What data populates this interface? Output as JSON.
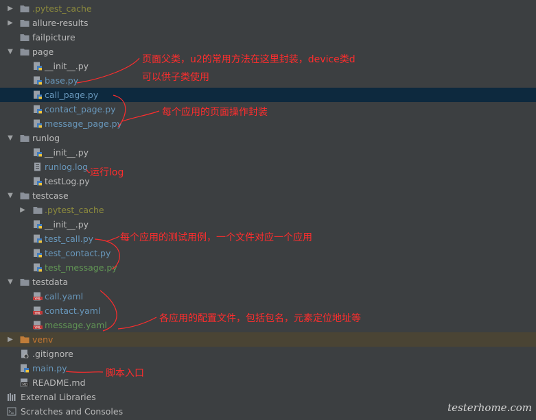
{
  "tree": [
    {
      "label": ".pytest_cache",
      "color": "olive",
      "icon": "folder",
      "arrow": "collapsed"
    },
    {
      "label": "allure-results",
      "color": "default",
      "icon": "folder",
      "arrow": "collapsed"
    },
    {
      "label": "failpicture",
      "color": "default",
      "icon": "folder",
      "arrow": "none"
    },
    {
      "label": "page",
      "color": "default",
      "icon": "folder",
      "arrow": "expanded"
    },
    {
      "label": "__init__.py",
      "color": "default",
      "icon": "python"
    },
    {
      "label": "base.py",
      "color": "blue",
      "icon": "python"
    },
    {
      "label": "call_page.py",
      "color": "blue",
      "icon": "python",
      "selected": true
    },
    {
      "label": "contact_page.py",
      "color": "blue",
      "icon": "python"
    },
    {
      "label": "message_page.py",
      "color": "blue",
      "icon": "python"
    },
    {
      "label": "runlog",
      "color": "default",
      "icon": "folder",
      "arrow": "expanded"
    },
    {
      "label": "__init__.py",
      "color": "default",
      "icon": "python"
    },
    {
      "label": "runlog.log",
      "color": "blue",
      "icon": "text"
    },
    {
      "label": "testLog.py",
      "color": "default",
      "icon": "python"
    },
    {
      "label": "testcase",
      "color": "default",
      "icon": "folder",
      "arrow": "expanded"
    },
    {
      "label": ".pytest_cache",
      "color": "olive",
      "icon": "folder",
      "arrow": "collapsed"
    },
    {
      "label": "__init__.py",
      "color": "default",
      "icon": "python"
    },
    {
      "label": "test_call.py",
      "color": "blue",
      "icon": "python"
    },
    {
      "label": "test_contact.py",
      "color": "blue",
      "icon": "python"
    },
    {
      "label": "test_message.py",
      "color": "green",
      "icon": "python"
    },
    {
      "label": "testdata",
      "color": "default",
      "icon": "folder",
      "arrow": "expanded"
    },
    {
      "label": "call.yaml",
      "color": "blue",
      "icon": "yaml"
    },
    {
      "label": "contact.yaml",
      "color": "blue",
      "icon": "yaml"
    },
    {
      "label": "message.yaml",
      "color": "green",
      "icon": "yaml"
    },
    {
      "label": "venv",
      "color": "orange",
      "icon": "folder-orange",
      "arrow": "collapsed",
      "highlight": true
    },
    {
      "label": ".gitignore",
      "color": "default",
      "icon": "gitignore"
    },
    {
      "label": "main.py",
      "color": "blue",
      "icon": "python"
    },
    {
      "label": "README.md",
      "color": "default",
      "icon": "markdown"
    },
    {
      "label": "External Libraries",
      "color": "default",
      "icon": "libraries"
    },
    {
      "label": "Scratches and Consoles",
      "color": "default",
      "icon": "scratches"
    }
  ],
  "annotations": {
    "page_base_line1": "页面父类，u2的常用方法在这里封装，device类d",
    "page_base_line2": "可以供子类使用",
    "page_ops": "每个应用的页面操作封装",
    "runlog": "运行log",
    "testcase": "每个应用的测试用例，一个文件对应一个应用",
    "testdata": "各应用的配置文件，包括包名，元素定位地址等",
    "entry": "脚本入口"
  },
  "watermark": "testerhome.com",
  "colors": {
    "default": "#bbbbbb",
    "blue": "#6897bb",
    "green": "#629755",
    "olive": "#8d8b3d",
    "orange": "#c77832",
    "annotation": "#ff2d2d"
  }
}
